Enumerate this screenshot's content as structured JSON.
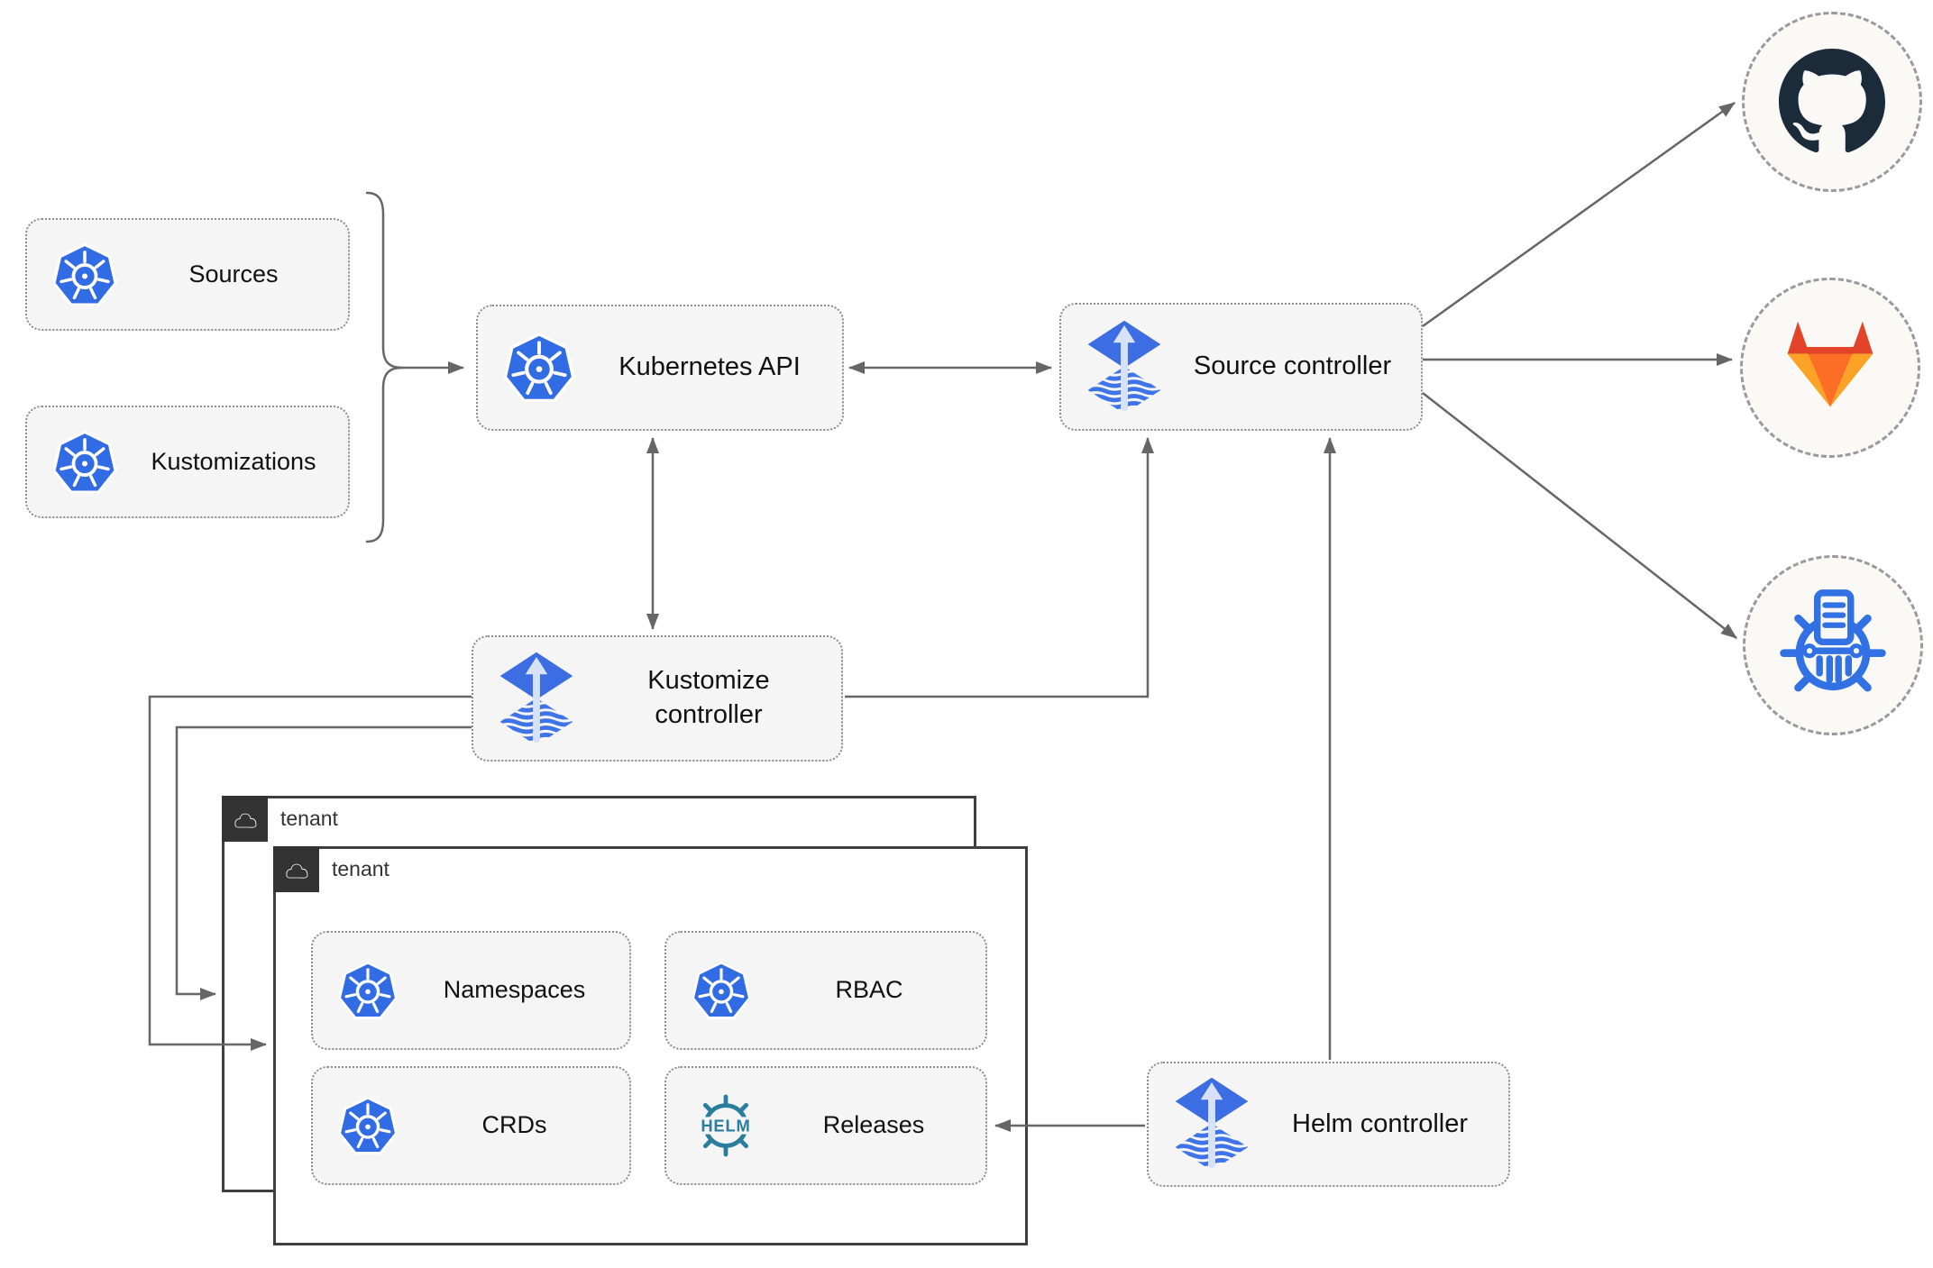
{
  "nodes": {
    "sources": {
      "label": "Sources",
      "icon": "kubernetes"
    },
    "kustomizations": {
      "label": "Kustomizations",
      "icon": "kubernetes"
    },
    "kubernetes_api": {
      "label": "Kubernetes API",
      "icon": "kubernetes"
    },
    "source_controller": {
      "label": "Source controller",
      "icon": "flux"
    },
    "kustomize_controller": {
      "label": "Kustomize controller",
      "icon": "flux"
    },
    "helm_controller": {
      "label": "Helm controller",
      "icon": "flux"
    },
    "namespaces": {
      "label": "Namespaces",
      "icon": "kubernetes"
    },
    "rbac": {
      "label": "RBAC",
      "icon": "kubernetes"
    },
    "crds": {
      "label": "CRDs",
      "icon": "kubernetes"
    },
    "releases": {
      "label": "Releases",
      "icon": "helm",
      "logo_text": "HELM"
    }
  },
  "groups": {
    "tenant_back": {
      "label": "tenant",
      "icon": "cloud"
    },
    "tenant_front": {
      "label": "tenant",
      "icon": "cloud"
    }
  },
  "remotes": {
    "github": {
      "icon": "github"
    },
    "gitlab": {
      "icon": "gitlab"
    },
    "registry": {
      "icon": "harbor-registry"
    }
  },
  "edges": [
    {
      "from": "sources+kustomizations",
      "to": "kubernetes-api",
      "style": "arrow"
    },
    {
      "from": "kubernetes-api",
      "to": "source-controller",
      "style": "double-arrow"
    },
    {
      "from": "kubernetes-api",
      "to": "kustomize-controller",
      "style": "double-arrow"
    },
    {
      "from": "kustomize-controller",
      "to": "source-controller",
      "style": "arrow"
    },
    {
      "from": "helm-controller",
      "to": "source-controller",
      "style": "arrow"
    },
    {
      "from": "helm-controller",
      "to": "releases",
      "style": "arrow"
    },
    {
      "from": "kustomize-controller",
      "to": "tenant-front",
      "style": "arrow"
    },
    {
      "from": "kustomize-controller",
      "to": "tenant-back",
      "style": "arrow"
    },
    {
      "from": "source-controller",
      "to": "github",
      "style": "arrow"
    },
    {
      "from": "source-controller",
      "to": "gitlab",
      "style": "arrow"
    },
    {
      "from": "source-controller",
      "to": "registry",
      "style": "arrow"
    }
  ],
  "colors": {
    "kubernetes_blue": "#326CE5",
    "flux_blue": "#3D6DE2",
    "flux_stripe": "#3F74E8",
    "flux_arrow_light": "#D7E2F8",
    "helm_teal": "#2A7D9C",
    "github_dark": "#1B2B3A",
    "gitlab_red": "#E24329",
    "gitlab_orange": "#FC6D26",
    "gitlab_light_orange": "#FCA326",
    "registry_blue": "#3171E4",
    "wire_gray": "#666666",
    "node_fill": "#F5F5F5",
    "node_border": "#8C8C8C",
    "tenant_border": "#3F3F3F",
    "tenant_tag_bg": "#333333",
    "remote_fill": "#FAF9F6",
    "remote_border": "#9A9A9A",
    "label_color": "#111111"
  }
}
